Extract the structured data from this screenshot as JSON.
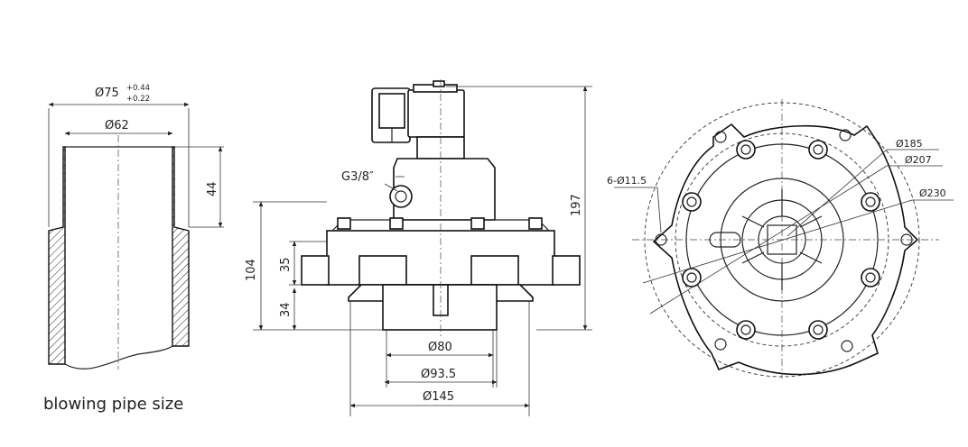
{
  "caption": "blowing pipe size",
  "pipe": {
    "outer_dia_label": "Ø75",
    "outer_tol_upper": "+0.44",
    "outer_tol_lower": "+0.22",
    "inner_dia_label": "Ø62",
    "socket_depth_label": "44"
  },
  "side_view": {
    "thread_label": "G3/8″",
    "total_height_label": "197",
    "body_height_label": "104",
    "flange_height_label": "35",
    "spigot_height_label": "34",
    "dia_80_label": "Ø80",
    "dia_93_label": "Ø93.5",
    "dia_145_label": "Ø145"
  },
  "top_view": {
    "hole_label": "6-Ø11.5",
    "dia_185_label": "Ø185",
    "dia_207_label": "Ø207",
    "dia_230_label": "Ø230"
  }
}
